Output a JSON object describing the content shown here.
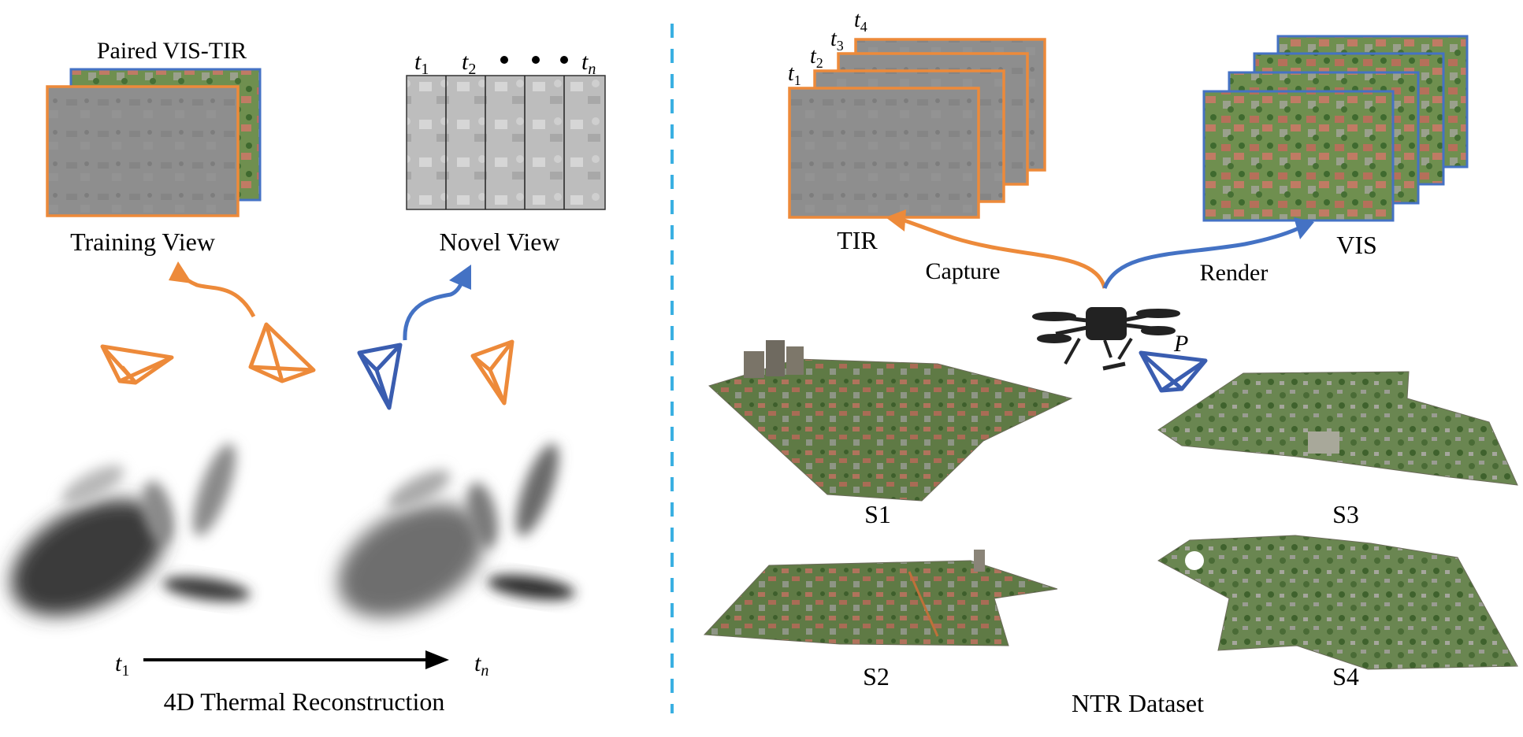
{
  "left_panel": {
    "paired_label": "Paired VIS-TIR",
    "training_view_label": "Training View",
    "novel_view_label": "Novel View",
    "novel_time_labels": [
      "t",
      "1",
      "t",
      "2",
      "t",
      "n"
    ],
    "axis_start": {
      "base": "t",
      "sub": "1"
    },
    "axis_end": {
      "base": "t",
      "sub": "n"
    },
    "caption": "4D Thermal Reconstruction"
  },
  "right_panel": {
    "stack_labels": [
      {
        "base": "t",
        "sub": "1"
      },
      {
        "base": "t",
        "sub": "2"
      },
      {
        "base": "t",
        "sub": "3"
      },
      {
        "base": "t",
        "sub": "4"
      }
    ],
    "tir_label": "TIR",
    "vis_label": "VIS",
    "capture_label": "Capture",
    "render_label": "Render",
    "pose_label": "P",
    "scenes": [
      "S1",
      "S2",
      "S3",
      "S4"
    ],
    "caption": "NTR Dataset"
  },
  "colors": {
    "orange": "#ED8A3A",
    "blue": "#4472C4",
    "divider": "#3AB0E2",
    "thermal_gray": "#8a8a8a"
  }
}
